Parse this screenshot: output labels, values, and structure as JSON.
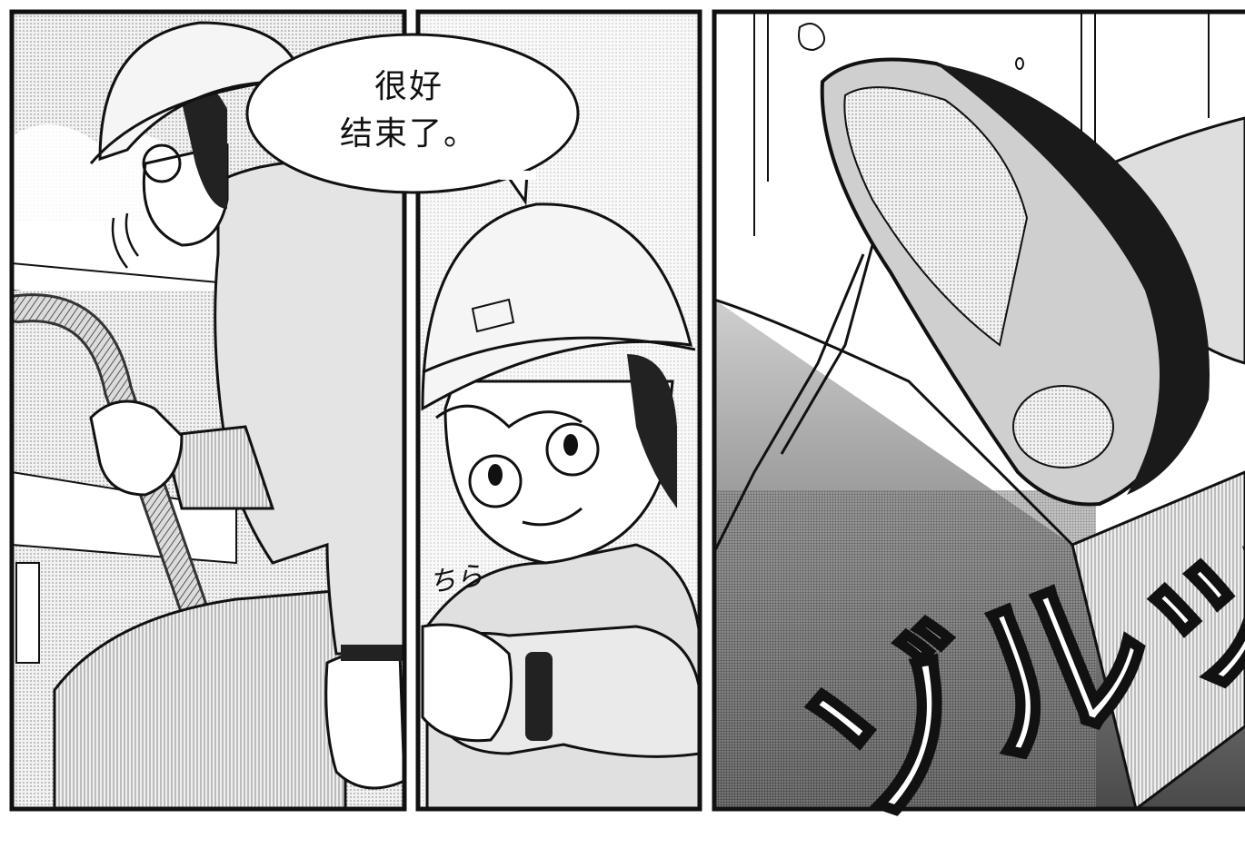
{
  "comic": {
    "panels": [
      {
        "id": "panel-1",
        "subject": "worker-holding-hose"
      },
      {
        "id": "panel-2",
        "subject": "worker-checking-watch"
      },
      {
        "id": "panel-3",
        "subject": "boot-kicking-block"
      }
    ],
    "speech_bubble": {
      "line1": "很好",
      "line2": "结束了。"
    },
    "sfx": {
      "glance": "ちら",
      "kick": "ゾルッ"
    }
  },
  "colors": {
    "ink": "#111111",
    "paper": "#ffffff",
    "tone_light": "#e6e6e6",
    "tone_mid": "#bdbdbd",
    "tone_dark": "#555555"
  }
}
